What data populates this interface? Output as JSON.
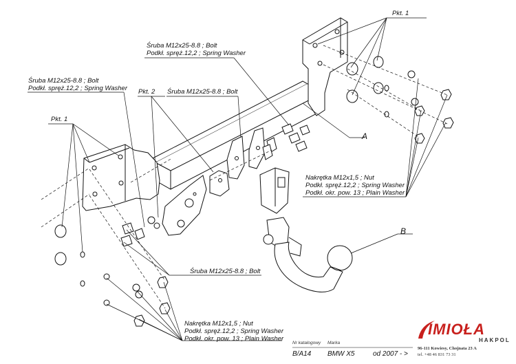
{
  "labels": {
    "pkt1_top": "Pkt. 1",
    "pkt1_left": "Pkt. 1",
    "pkt2": "Pkt. 2",
    "bolt_top_1": "Śruba M12x25-8.8 ;  Bolt",
    "bolt_top_2": "Podkł. spręż.12,2 ; Spring Washer",
    "bolt_left_1": "Śruba M12x25-8.8 ;  Bolt",
    "bolt_left_2": "Podkł. spręż.12,2 ; Spring Washer",
    "bolt_mid": "Śruba M12x25-8.8 ;  Bolt",
    "bolt_bottom": "Śruba M12x25-8.8 ;  Bolt",
    "nut_right_1": "Nakrętka  M12x1,5 ; Nut",
    "nut_right_2": "Podkł. spręż.12,2 ; Spring Washer",
    "nut_right_3": "Podkł. okr. pow. 13 ; Plain Washer",
    "nut_bottom_1": "Nakrętka  M12x1,5 ; Nut",
    "nut_bottom_2": "Podkł. spręż.12,2 ; Spring Washer",
    "nut_bottom_3": "Podkł. okr. pow. 13 ; Plain Washer",
    "part_a": "A",
    "part_b": "B"
  },
  "footer": {
    "catalog_label": "Nr katalogowy",
    "catalog_value": "B/A14",
    "brand_label": "Marka",
    "brand_value": "BMW X5",
    "date_value": "od  2007 - >"
  },
  "logo": {
    "name": "IMIOŁA",
    "sub": "HAKPOL",
    "address": "96-111 Kowiesy, Chojnata 23 A",
    "phone": "tel. +48 46 831 73 31",
    "color": "#c8201d"
  }
}
